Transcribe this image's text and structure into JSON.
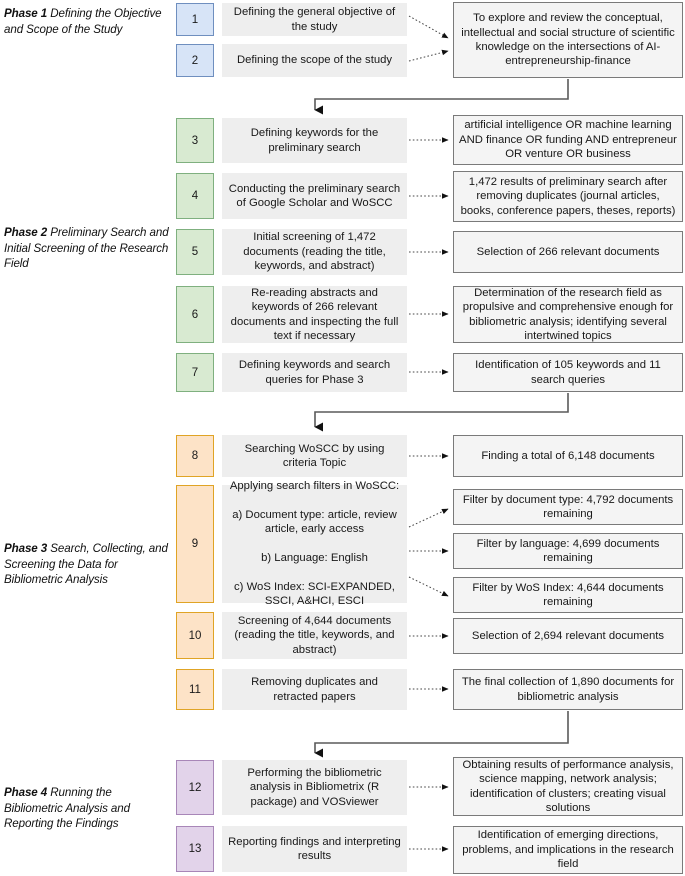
{
  "diagram": {
    "title": "Research methodology flowchart: four-phase bibliometric analysis process",
    "colors": {
      "phase1_fill": "#d7e4f7",
      "phase1_border": "#6f8fbf",
      "phase2_fill": "#d8ead1",
      "phase2_border": "#7fb07f",
      "phase3_fill": "#fde3c7",
      "phase3_border": "#e0a425",
      "phase4_fill": "#e2d3ea",
      "phase4_border": "#a886b8",
      "step_fill": "#eeeeee",
      "output_fill": "#f4f4f4",
      "output_border": "#7a7a7a",
      "connector": "#555555"
    }
  },
  "phases": [
    {
      "id": "phase-1",
      "bold": "Phase 1",
      "text": " Defining the Objective and Scope of the Study"
    },
    {
      "id": "phase-2",
      "bold": "Phase 2",
      "text": " Preliminary Search and Initial Screening of the Research Field"
    },
    {
      "id": "phase-3",
      "bold": "Phase 3",
      "text": " Search, Collecting, and Screening the Data for Bibliometric Analysis"
    },
    {
      "id": "phase-4",
      "bold": "Phase 4",
      "text": " Running the Bibliometric Analysis and Reporting the Findings"
    }
  ],
  "steps": [
    {
      "number": "1",
      "text": "Defining the general objective of the study"
    },
    {
      "number": "2",
      "text": "Defining the scope of the study"
    },
    {
      "number": "3",
      "text": "Defining keywords for the preliminary search"
    },
    {
      "number": "4",
      "text": "Conducting the preliminary search of Google Scholar and WoSCC"
    },
    {
      "number": "5",
      "text": "Initial screening of 1,472 documents (reading the title, keywords, and abstract)"
    },
    {
      "number": "6",
      "text": "Re-reading abstracts and keywords of 266 relevant documents and inspecting the full text if necessary"
    },
    {
      "number": "7",
      "text": "Defining keywords and search queries for Phase 3"
    },
    {
      "number": "8",
      "text": "Searching WoSCC by using criteria Topic"
    },
    {
      "number": "9",
      "text": "Applying search filters in WoSCC:\n\na) Document type: article, review article, early access\n\nb) Language: English\n\nc) WoS Index: SCI-EXPANDED, SSCI, A&HCI, ESCI"
    },
    {
      "number": "10",
      "text": "Screening of 4,644 documents (reading the title, keywords, and abstract)"
    },
    {
      "number": "11",
      "text": "Removing duplicates and retracted papers"
    },
    {
      "number": "12",
      "text": "Performing the bibliometric analysis in Bibliometrix (R package) and VOSviewer"
    },
    {
      "number": "13",
      "text": "Reporting findings and interpreting results"
    }
  ],
  "outputs": [
    {
      "id": "out-1",
      "text": "To explore and review the conceptual, intellectual and social structure of scientific knowledge on the intersections of AI-entrepreneurship-finance"
    },
    {
      "id": "out-3",
      "text": "artificial intelligence OR machine learning AND finance OR funding AND entrepreneur OR venture OR business"
    },
    {
      "id": "out-4",
      "text": "1,472 results of preliminary search after removing duplicates (journal articles, books, conference papers, theses, reports)"
    },
    {
      "id": "out-5",
      "text": "Selection of 266 relevant documents"
    },
    {
      "id": "out-6",
      "text": "Determination of the research field as propulsive and comprehensive enough for bibliometric analysis; identifying several intertwined topics"
    },
    {
      "id": "out-7",
      "text": "Identification of 105 keywords and 11 search queries"
    },
    {
      "id": "out-8",
      "text": "Finding a total of 6,148 documents"
    },
    {
      "id": "out-9a",
      "text": "Filter by document type: 4,792 documents remaining"
    },
    {
      "id": "out-9b",
      "text": "Filter by language: 4,699 documents remaining"
    },
    {
      "id": "out-9c",
      "text": "Filter by WoS Index: 4,644 documents remaining"
    },
    {
      "id": "out-10",
      "text": "Selection of 2,694 relevant documents"
    },
    {
      "id": "out-11",
      "text": "The final collection of 1,890 documents for bibliometric analysis"
    },
    {
      "id": "out-12",
      "text": "Obtaining results of performance analysis, science mapping, network analysis; identification of clusters; creating visual solutions"
    },
    {
      "id": "out-13",
      "text": "Identification of emerging directions, problems, and implications in the research field"
    }
  ]
}
